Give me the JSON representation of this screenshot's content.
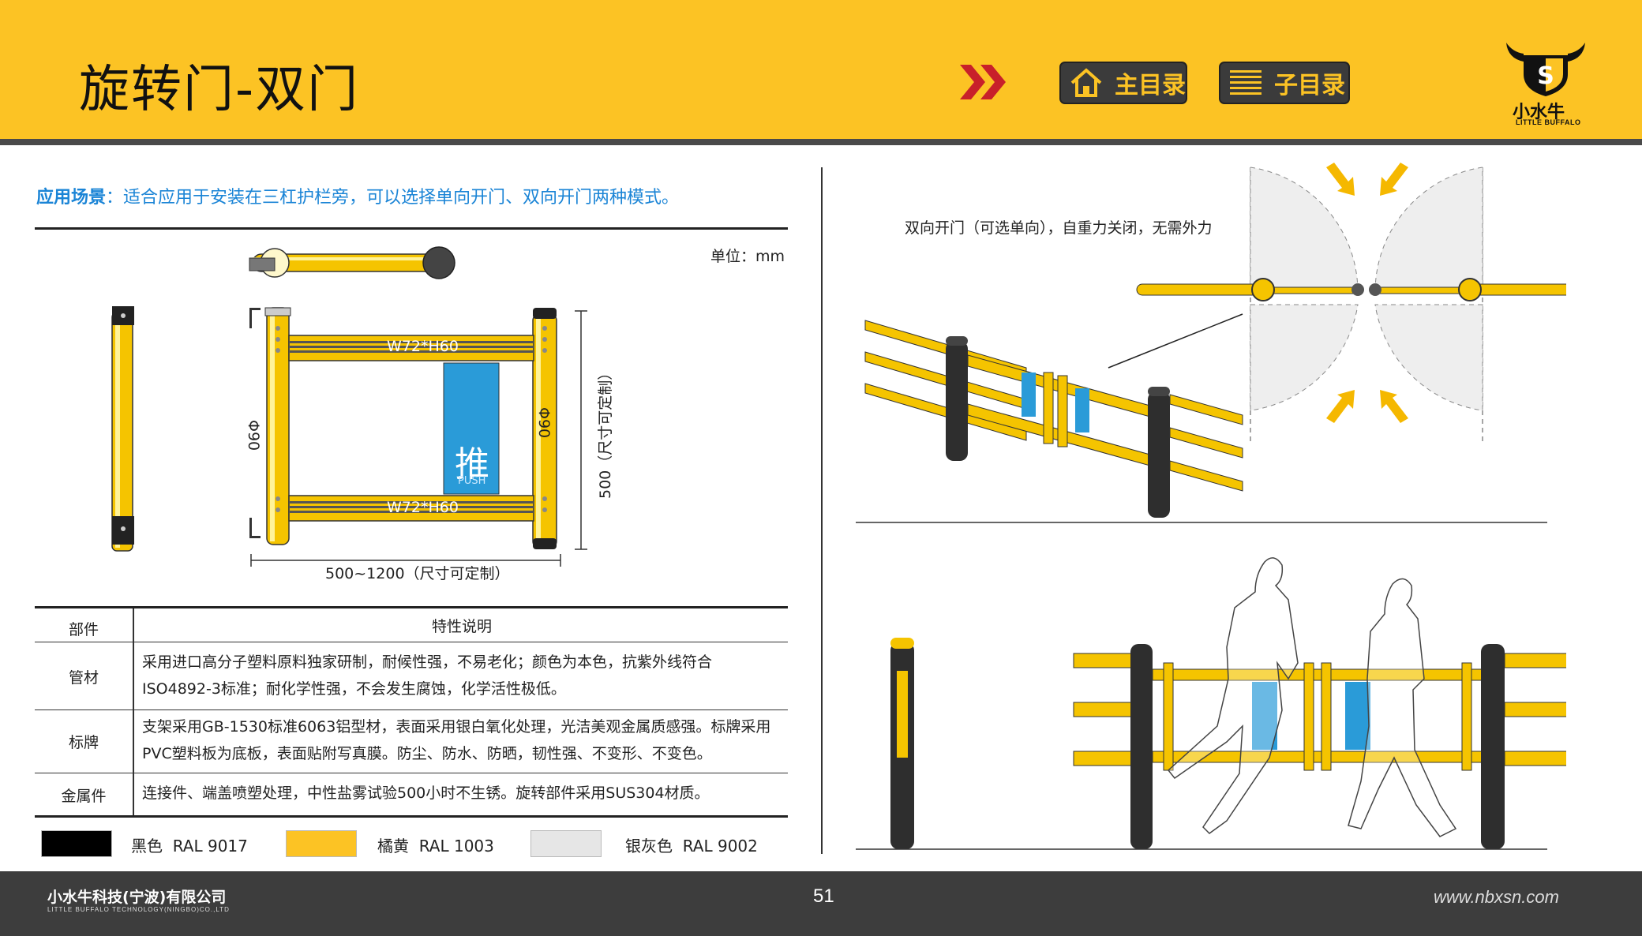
{
  "header": {
    "title": "旋转门-双门",
    "main_menu_label": "主目录",
    "sub_menu_label": "子目录",
    "logo_cn": "小水牛",
    "logo_en": "LITTLE BUFFALO",
    "accent_color": "#FCC324"
  },
  "scene": {
    "label": "应用场景",
    "text": "：适合应用于安装在三杠护栏旁，可以选择单向开门、双向开门两种模式。"
  },
  "drawing": {
    "unit": "单位：mm",
    "bar_top_label": "W72*H60",
    "bar_bottom_label": "W72*H60",
    "post_left_label": "Φ90",
    "post_right_label": "Φ90",
    "panel_text": "推",
    "panel_sub": "PUSH",
    "width_label": "500~1200（尺寸可定制）",
    "height_label": "500（尺寸可定制）"
  },
  "table": {
    "head_col1": "部件",
    "head_col2": "特性说明",
    "rows": [
      {
        "name": "管材",
        "line1": "采用进口高分子塑料原料独家研制，耐候性强，不易老化；颜色为本色，抗紫外线符合",
        "line2": "ISO4892-3标准；耐化学性强，不会发生腐蚀，化学活性极低。"
      },
      {
        "name": "标牌",
        "line1": " 支架采用GB-1530标准6063铝型材，表面采用银白氧化处理，光洁美观金属质感强。标牌采用",
        "line2": "PVC塑料板为底板，表面贴附写真膜。防尘、防水、防晒，韧性强、不变形、不变色。"
      },
      {
        "name": "金属件",
        "line1": "连接件、端盖喷塑处理，中性盐雾试验500小时不生锈。旋转部件采用SUS304材质。",
        "line2": ""
      }
    ]
  },
  "colors": [
    {
      "name": "黑色",
      "code": "RAL 9017",
      "hex": "#000000"
    },
    {
      "name": "橘黄",
      "code": "RAL 1003",
      "hex": "#FCC324"
    },
    {
      "name": "银灰色",
      "code": "RAL 9002",
      "hex": "#E6E6E6"
    }
  ],
  "right": {
    "note": "双向开门（可选单向），自重力关闭，无需外力"
  },
  "footer": {
    "company_cn": "小水牛科技(宁波)有限公司",
    "company_en": "LITTLE BUFFALO TECHNOLOGY(NINGBO)CO.,LTD",
    "page_number": "51",
    "url": "www.nbxsn.com"
  }
}
